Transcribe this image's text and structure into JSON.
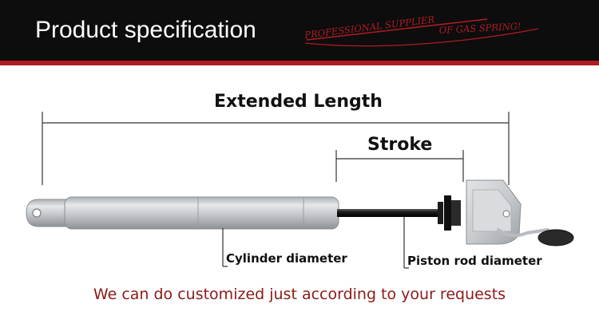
{
  "header": {
    "title": "Product specification",
    "slogan_left": "PROFESSIONAL SUPPLIER",
    "slogan_right": "OF GAS SPRING!"
  },
  "dimensions": {
    "extended_length": "Extended Length",
    "stroke": "Stroke"
  },
  "parts": {
    "cylinder_diameter": "Cylinder diameter",
    "piston_rod_diameter": "Piston rod diameter"
  },
  "footer": {
    "text": "We can do customized just according to your requests"
  },
  "colors": {
    "header_bg": "#0d0d0d",
    "accent": "#b01c22",
    "footer_text": "#8b1a16",
    "cylinder": "#c4c8cc"
  }
}
